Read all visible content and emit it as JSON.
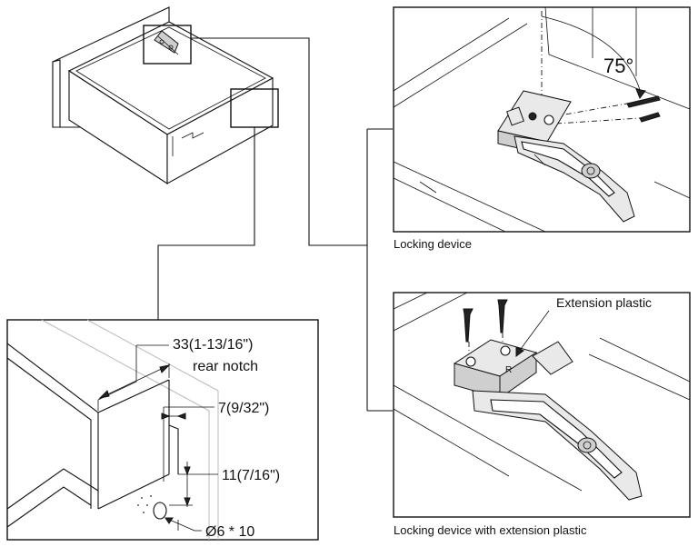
{
  "panels": {
    "locking": {
      "caption": "Locking device",
      "angle_label": "75°"
    },
    "extension": {
      "caption": "Locking device with extension plastic",
      "callout": "Extension plastic"
    },
    "notch": {
      "width_label": "33(1-13/16\")",
      "width_sub": "rear notch",
      "depth_label": "7(9/32\")",
      "height_label": "11(7/16\")",
      "hole_label": "Ø6 * 10"
    }
  }
}
